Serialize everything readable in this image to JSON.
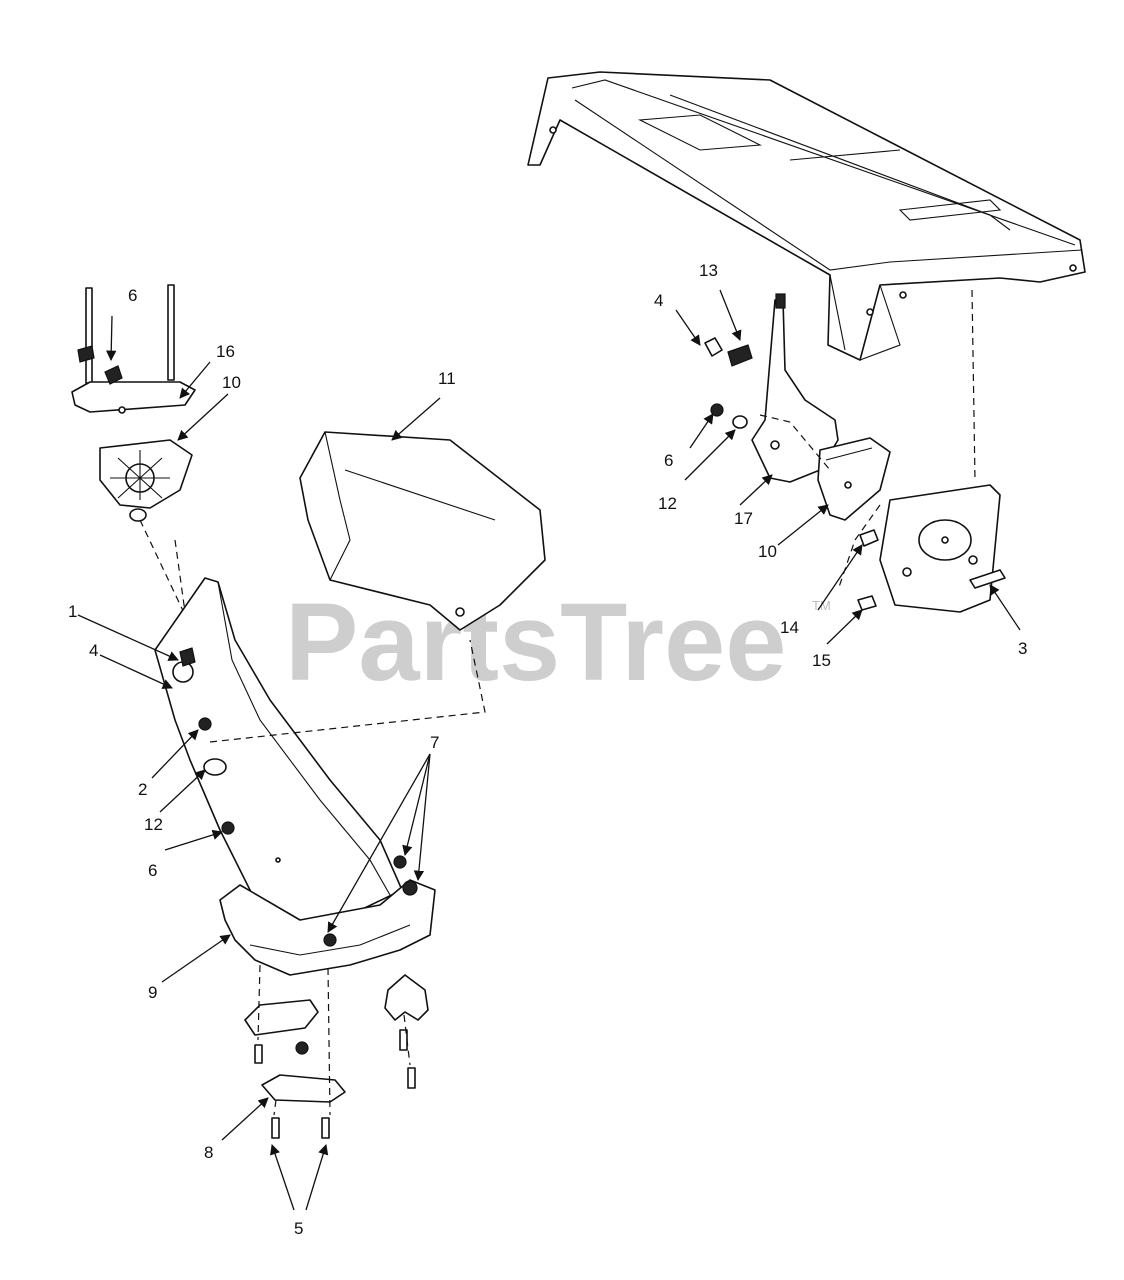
{
  "watermark": {
    "text": "PartsTree",
    "trademark": "TM"
  },
  "callouts": {
    "c1": "1",
    "c2": "2",
    "c3": "3",
    "c4a": "4",
    "c4b": "4",
    "c5": "5",
    "c6a": "6",
    "c6b": "6",
    "c6c": "6",
    "c7": "7",
    "c8": "8",
    "c9": "9",
    "c10a": "10",
    "c10b": "10",
    "c11": "11",
    "c12a": "12",
    "c12b": "12",
    "c13": "13",
    "c14": "14",
    "c15": "15",
    "c16": "16",
    "c17": "17"
  }
}
